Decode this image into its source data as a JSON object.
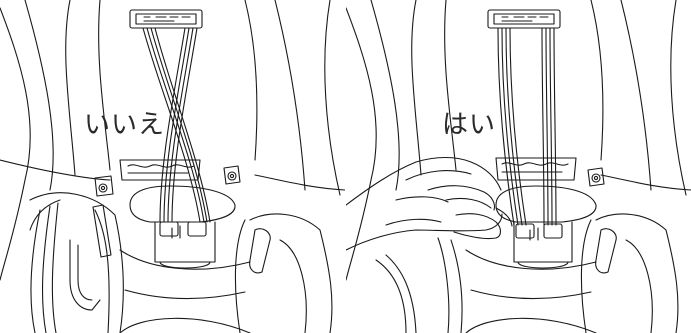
{
  "panels": [
    {
      "id": "left",
      "caption": "いいえ",
      "wires": "crossed"
    },
    {
      "id": "right",
      "caption": "はい",
      "wires": "parallel"
    }
  ],
  "colors": {
    "line": "#1a1a1a",
    "background": "#ffffff"
  }
}
